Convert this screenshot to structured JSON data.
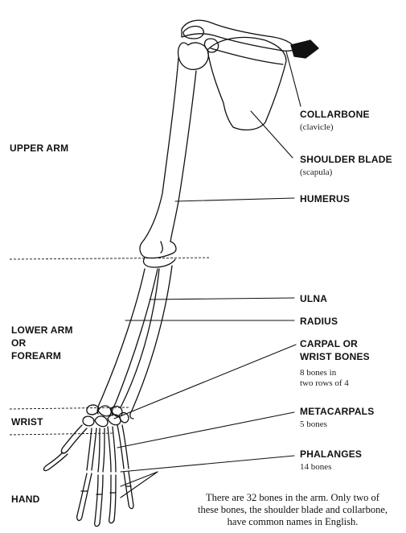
{
  "regions": {
    "upper_arm": "UPPER ARM",
    "lower_arm": [
      "LOWER ARM",
      "OR",
      "FOREARM"
    ],
    "wrist": "WRIST",
    "hand": "HAND"
  },
  "bones": {
    "collarbone": {
      "name": "COLLARBONE",
      "note": "(clavicle)"
    },
    "shoulder_blade": {
      "name": "SHOULDER BLADE",
      "note": "(scapula)"
    },
    "humerus": {
      "name": "HUMERUS"
    },
    "ulna": {
      "name": "ULNA"
    },
    "radius": {
      "name": "RADIUS"
    },
    "carpal": {
      "name": [
        "CARPAL OR",
        "WRIST BONES"
      ],
      "note": [
        "8 bones in",
        "two rows of 4"
      ]
    },
    "metacarpals": {
      "name": "METACARPALS",
      "note": "5 bones"
    },
    "phalanges": {
      "name": "PHALANGES",
      "note": "14 bones"
    }
  },
  "caption": [
    "There are 32 bones in the arm. Only two of",
    "these bones, the shoulder blade and collarbone,",
    "have common names in English."
  ],
  "colors": {
    "ink": "#111111",
    "paper": "#ffffff"
  }
}
